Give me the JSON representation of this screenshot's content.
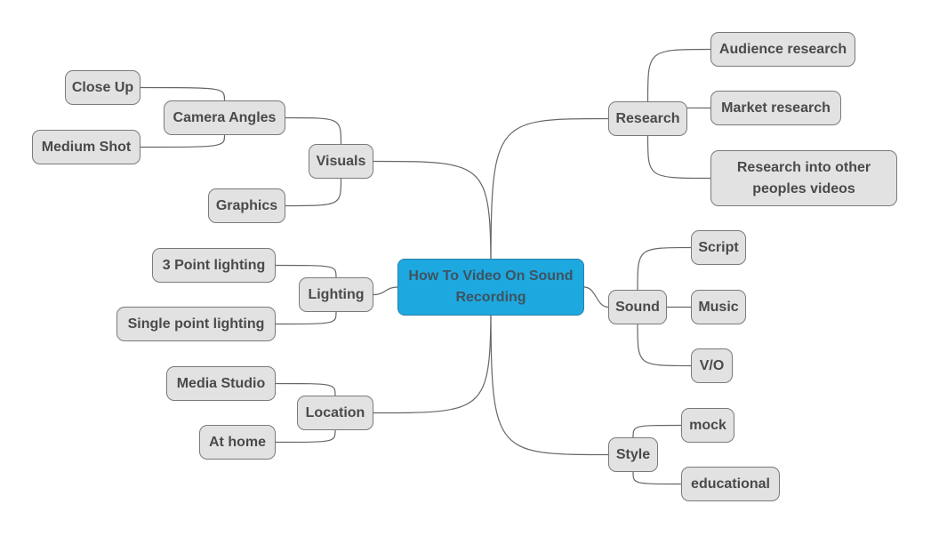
{
  "mindmap": {
    "root": "How To Video On Sound Recording",
    "branches": {
      "visuals": "Visuals",
      "camera_angles": "Camera Angles",
      "close_up": "Close Up",
      "medium_shot": "Medium Shot",
      "graphics": "Graphics",
      "lighting": "Lighting",
      "three_point": "3 Point lighting",
      "single_point": "Single point lighting",
      "location": "Location",
      "media_studio": "Media Studio",
      "at_home": "At home",
      "research": "Research",
      "audience_research": "Audience research",
      "market_research": "Market research",
      "research_other": "Research into other peoples videos",
      "sound": "Sound",
      "script": "Script",
      "music": "Music",
      "vo": "V/O",
      "style": "Style",
      "mock": "mock",
      "educational": "educational"
    }
  },
  "colors": {
    "root_fill": "#1ea8e0",
    "node_fill": "#e2e2e2",
    "node_border": "#7a7a7a",
    "text": "#4a4a4a",
    "line": "#666666"
  }
}
